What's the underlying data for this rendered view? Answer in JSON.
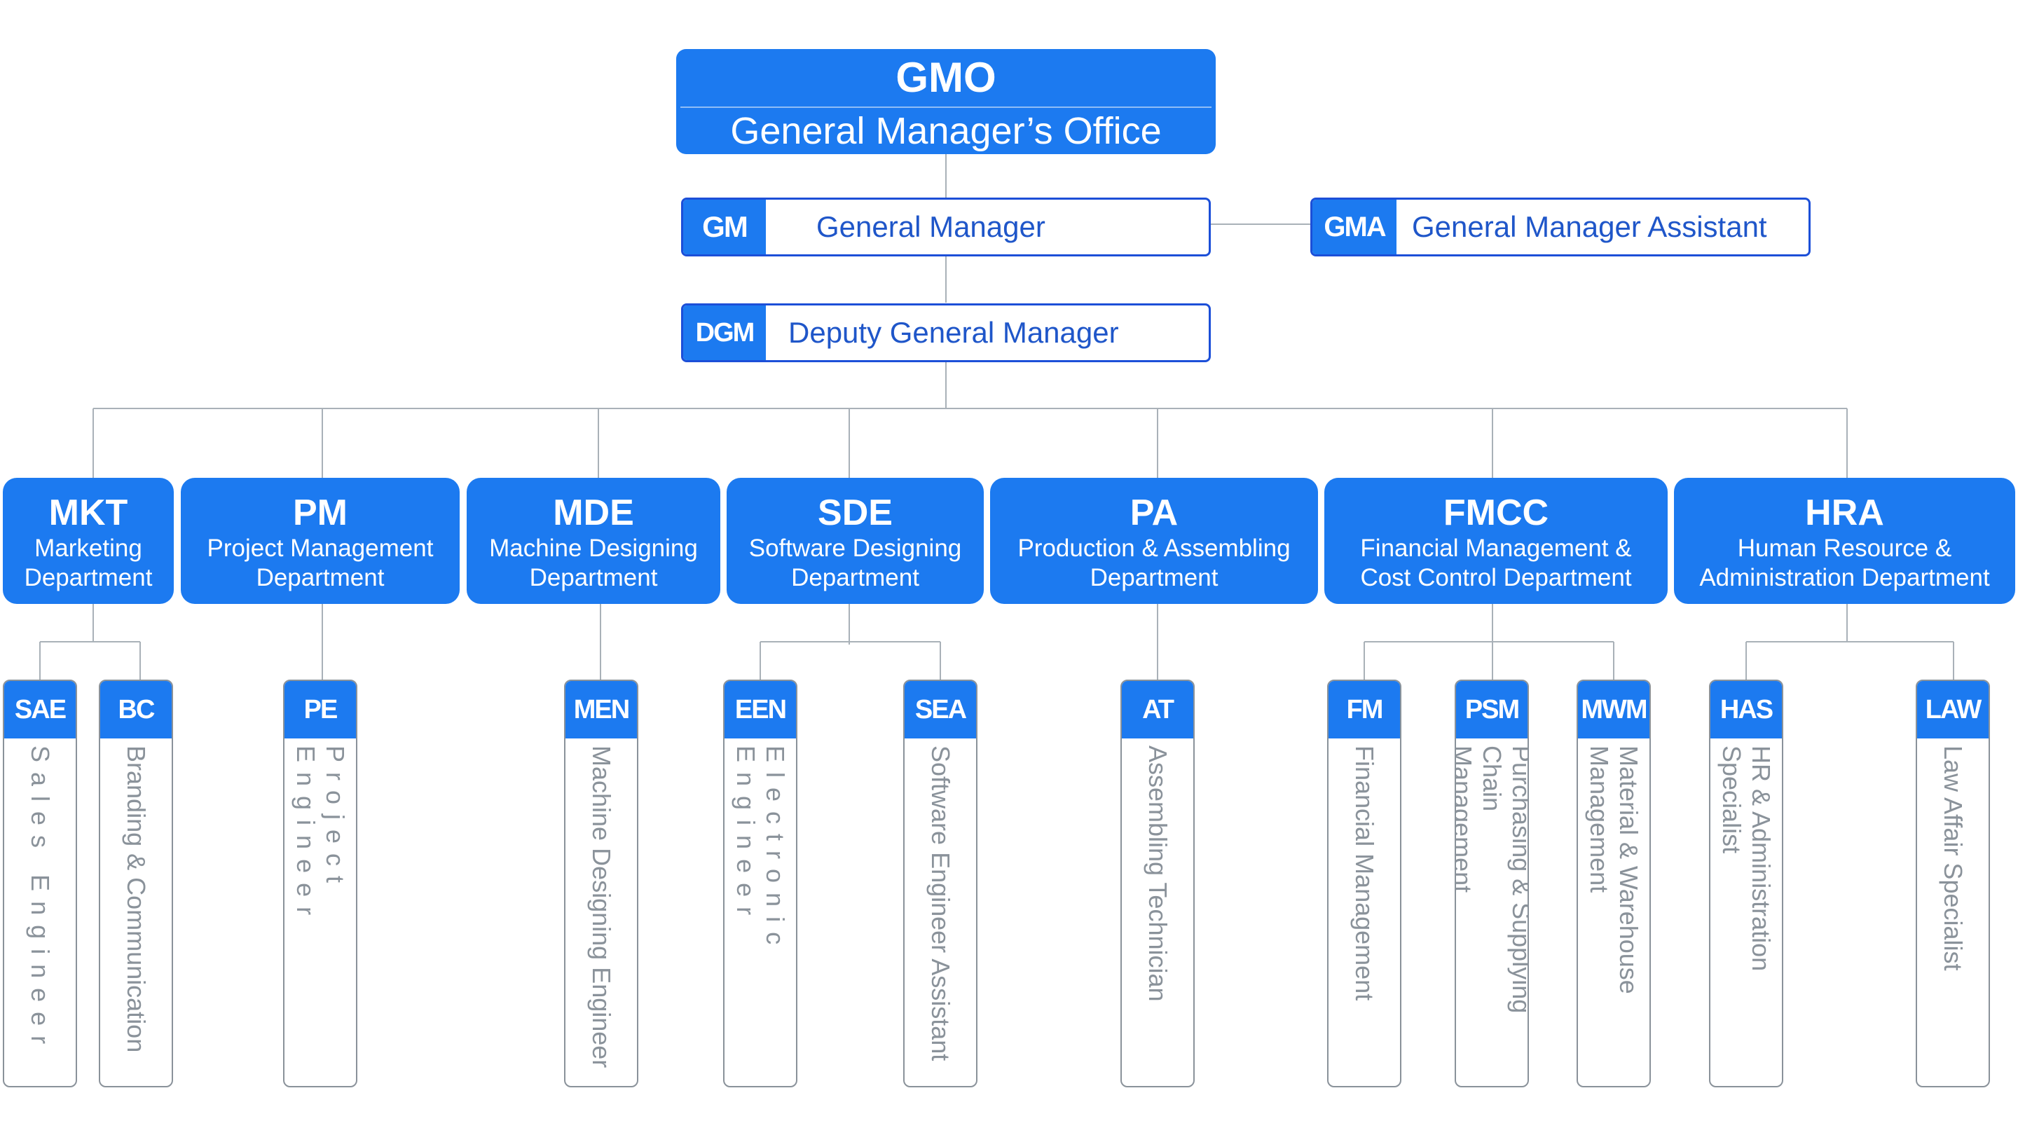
{
  "gmo": {
    "abbr": "GMO",
    "full": "General Manager’s Office"
  },
  "gm": {
    "abbr": "GM",
    "full": "General Manager"
  },
  "gma": {
    "abbr": "GMA",
    "full": "General Manager Assistant"
  },
  "dgm": {
    "abbr": "DGM",
    "full": "Deputy General Manager"
  },
  "departments": [
    {
      "abbr": "MKT",
      "full": "Marketing\nDepartment"
    },
    {
      "abbr": "PM",
      "full": "Project Management\nDepartment"
    },
    {
      "abbr": "MDE",
      "full": "Machine Designing\nDepartment"
    },
    {
      "abbr": "SDE",
      "full": "Software Designing\nDepartment"
    },
    {
      "abbr": "PA",
      "full": "Production & Assembling\nDepartment"
    },
    {
      "abbr": "FMCC",
      "full": "Financial Management &\nCost Control Department"
    },
    {
      "abbr": "HRA",
      "full": "Human Resource &\nAdministration Department"
    }
  ],
  "positions": [
    {
      "abbr": "SAE",
      "full": "Sales Engineer"
    },
    {
      "abbr": "BC",
      "full": "Branding & Communication"
    },
    {
      "abbr": "PE",
      "full": "Project Engineer"
    },
    {
      "abbr": "MEN",
      "full": "Machine Designing Engineer"
    },
    {
      "abbr": "EEN",
      "full": "Electronic Engineer"
    },
    {
      "abbr": "SEA",
      "full": "Software Engineer Assistant"
    },
    {
      "abbr": "AT",
      "full": "Assembling Technician"
    },
    {
      "abbr": "FM",
      "full": "Financial Management"
    },
    {
      "abbr": "PSM",
      "full": "Purchasing & Supplying Chain\nManagement"
    },
    {
      "abbr": "MWM",
      "full": "Material & Warehouse\nManagement"
    },
    {
      "abbr": "HAS",
      "full": "HR & Administration\nSpecialist"
    },
    {
      "abbr": "LAW",
      "full": "Law Affair Specialist"
    }
  ]
}
